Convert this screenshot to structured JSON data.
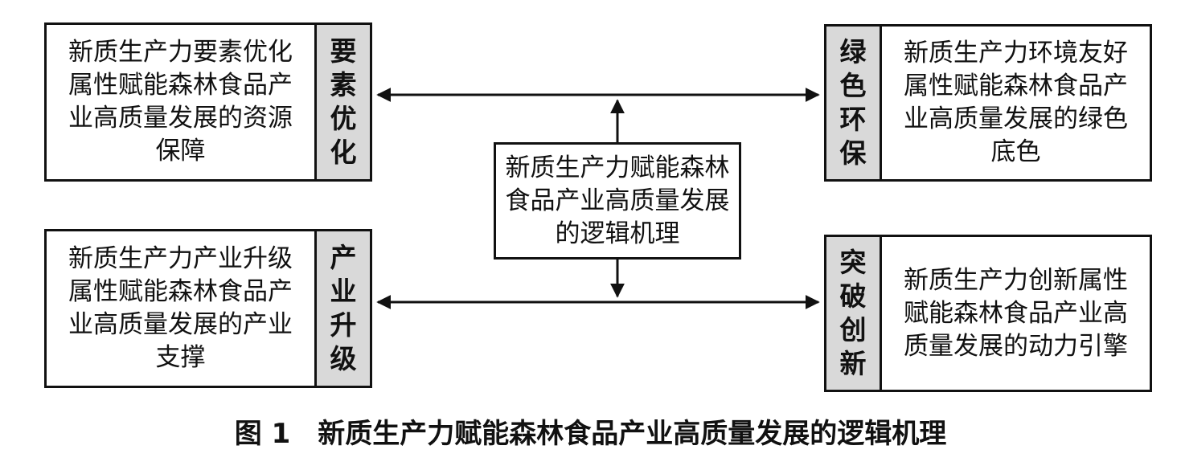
{
  "center": {
    "text": "新质生产力赋能森林食品产业高质量发展的逻辑机理"
  },
  "boxes": {
    "top_left": {
      "text": "新质生产力要素优化属性赋能森林食品产业高质量发展的资源保障",
      "tag": [
        "要",
        "素",
        "优",
        "化"
      ]
    },
    "top_right": {
      "text": "新质生产力环境友好属性赋能森林食品产业高质量发展的绿色底色",
      "tag": [
        "绿",
        "色",
        "环",
        "保"
      ]
    },
    "bottom_left": {
      "text": "新质生产力产业升级属性赋能森林食品产业高质量发展的产业支撑",
      "tag": [
        "产",
        "业",
        "升",
        "级"
      ]
    },
    "bottom_right": {
      "text": "新质生产力创新属性赋能森林食品产业高质量发展的动力引擎",
      "tag": [
        "突",
        "破",
        "创",
        "新"
      ]
    }
  },
  "caption": {
    "number": "图 1",
    "title": "新质生产力赋能森林食品产业高质量发展的逻辑机理"
  }
}
